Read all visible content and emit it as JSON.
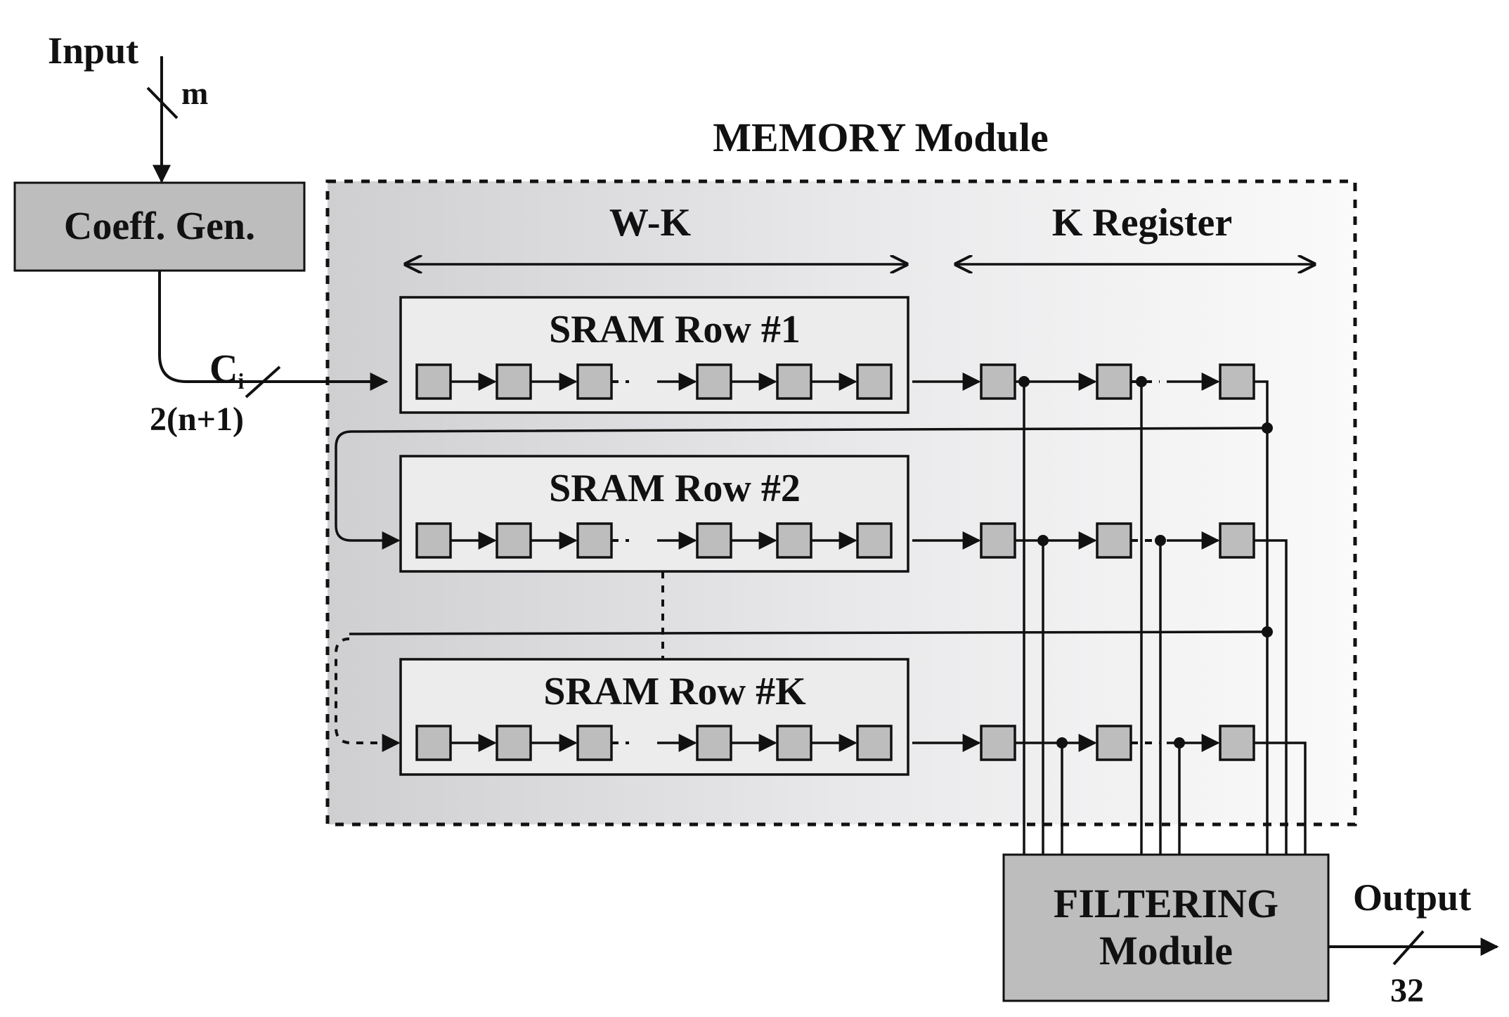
{
  "input": {
    "label": "Input",
    "bus_width": "m"
  },
  "coeff_gen": {
    "label": "Coeff. Gen."
  },
  "coeff_bus": {
    "label": "C",
    "subscript": "i",
    "width": "2(n+1)"
  },
  "memory_module": {
    "title": "MEMORY Module",
    "span_left": "W-K",
    "span_right": "K Register",
    "rows": [
      {
        "label": "SRAM Row #1"
      },
      {
        "label": "SRAM Row #2"
      },
      {
        "label": "SRAM Row #K"
      }
    ]
  },
  "filtering_module": {
    "line1": "FILTERING",
    "line2": "Module"
  },
  "output": {
    "label": "Output",
    "bus_width": "32"
  },
  "colors": {
    "block_fill": "#bdbdbd",
    "row_fill": "#ececec",
    "line": "#111111"
  }
}
